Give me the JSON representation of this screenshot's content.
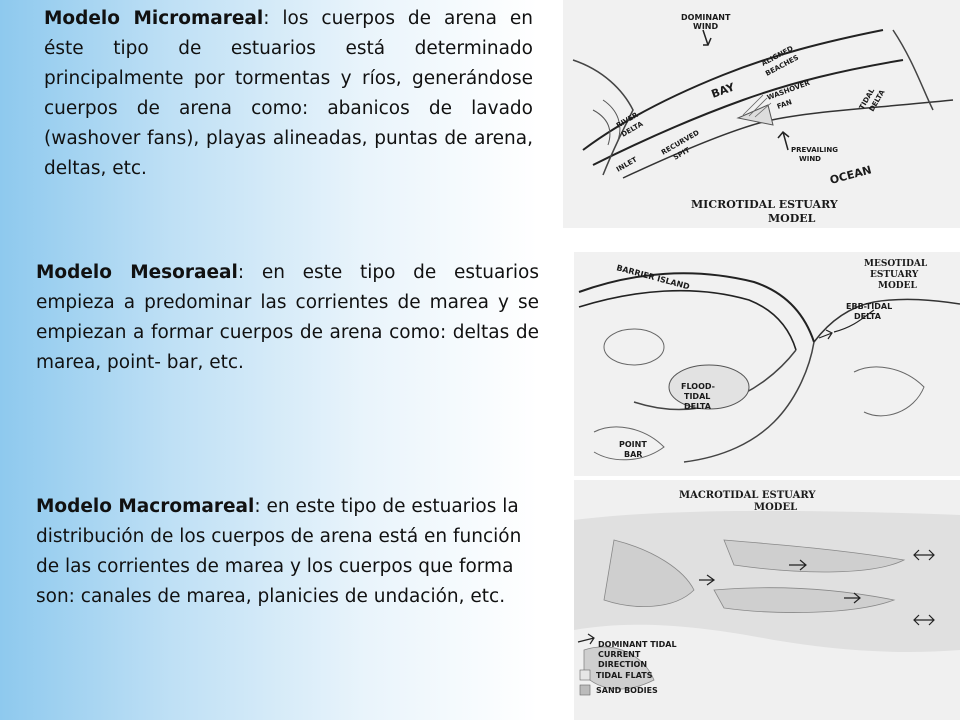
{
  "micro": {
    "heading": "Modelo Micromareal",
    "sep": ":",
    "body": " los cuerpos de arena en éste tipo de estuarios está determinado principalmente por tormentas y ríos, generándose cuerpos de arena como: abanicos de lavado (washover fans), playas alineadas, puntas de arena, deltas, etc.",
    "figure": {
      "title_line1": "MICROTIDAL ESTUARY",
      "title_line2": "MODEL",
      "labels": {
        "dominant_wind_1": "DOMINANT",
        "dominant_wind_2": "WIND",
        "aligned_beaches_1": "ALIGNED",
        "aligned_beaches_2": "BEACHES",
        "bay": "BAY",
        "washover_fan_1": "WASHOVER",
        "washover_fan_2": "FAN",
        "tidal_delta_1": "TIDAL",
        "tidal_delta_2": "DELTA",
        "river_delta_1": "RIVER",
        "river_delta_2": "DELTA",
        "recurved_spit_1": "RECURVED",
        "recurved_spit_2": "SPIT",
        "inlet": "INLET",
        "prevailing_wind_1": "PREVAILING",
        "prevailing_wind_2": "WIND",
        "ocean": "OCEAN"
      }
    }
  },
  "meso": {
    "heading": "Modelo Mesoraeal",
    "body": ": en este tipo de estuarios empieza a predominar las corrientes de marea y se empiezan a formar cuerpos de arena como: deltas de marea, point- bar, etc.",
    "figure": {
      "title_line1": "MESOTIDAL",
      "title_line2": "ESTUARY",
      "title_line3": "MODEL",
      "labels": {
        "barrier_island": "BARRIER ISLAND",
        "ebb_tidal_1": "EBB-TIDAL",
        "ebb_tidal_2": "DELTA",
        "flood_1": "FLOOD-",
        "flood_2": "TIDAL",
        "flood_3": "DELTA",
        "point_1": "POINT",
        "point_2": "BAR"
      }
    }
  },
  "macro": {
    "heading": "Modelo Macromareal",
    "body": ": en este tipo de estuarios la distribución de los cuerpos de arena está en función de las corrientes de marea y los cuerpos que forma son: canales de marea, planicies de undación, etc.",
    "figure": {
      "title_line1": "MACROTIDAL ESTUARY",
      "title_line2": "MODEL",
      "legend": {
        "current_1": "DOMINANT TIDAL",
        "current_2": "CURRENT",
        "current_3": "DIRECTION",
        "tidal_flats": "TIDAL FLATS",
        "sand_bodies": "SAND BODIES"
      }
    }
  }
}
